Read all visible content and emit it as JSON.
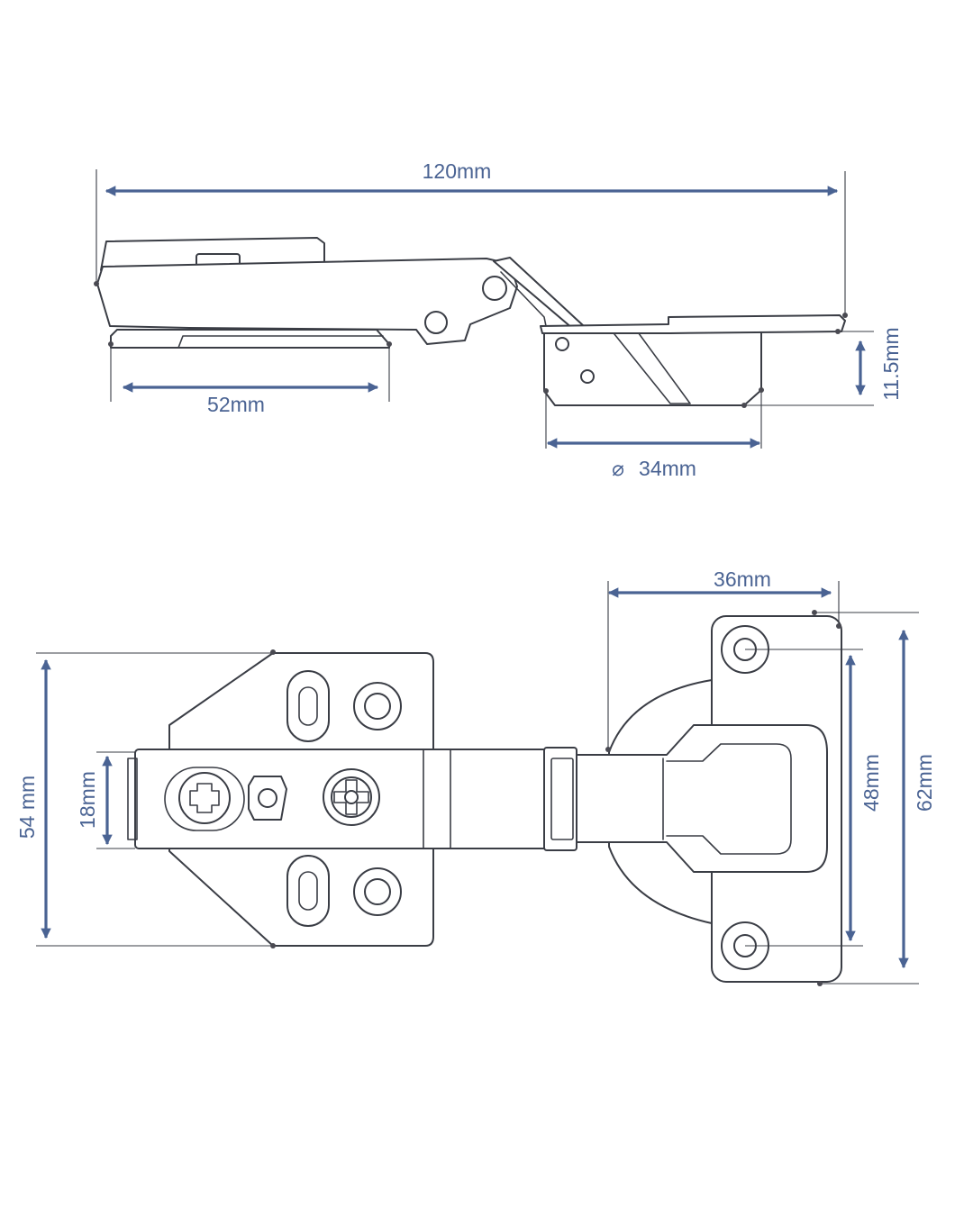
{
  "colors": {
    "dimension": "#4a6393",
    "outline": "#3a3d45",
    "background": "#ffffff"
  },
  "dimensions": {
    "overall_length": "120mm",
    "arm_base_length": "52mm",
    "cup_depth": "11.5mm",
    "cup_diameter": "34mm",
    "diameter_symbol": "⌀",
    "base_plate_height": "54 mm",
    "arm_width": "18mm",
    "cup_plate_width": "36mm",
    "screw_spacing": "48mm",
    "cup_plate_height": "62mm"
  }
}
